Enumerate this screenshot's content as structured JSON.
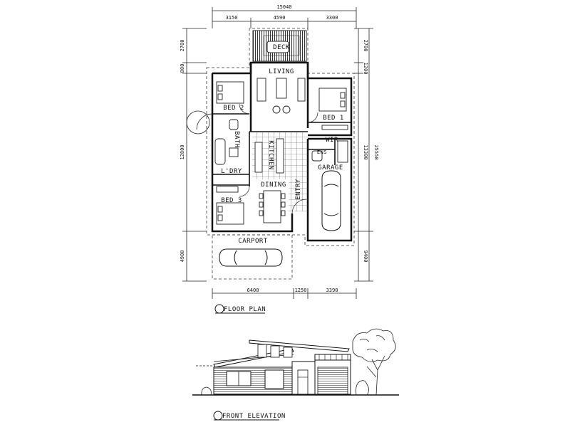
{
  "dimensions": {
    "top_total": "15040",
    "top_left": "3150",
    "top_mid": "4590",
    "top_right": "3300",
    "bottom_left": "6400",
    "bottom_mid": "1250",
    "bottom_right": "3390",
    "left_deck": "2700",
    "left_small": "800",
    "left_main": "12800",
    "left_carport": "4900",
    "right_deck": "2700",
    "right_small": "1200",
    "right_main": "13300",
    "right_total": "25550",
    "right_carport": "9400"
  },
  "rooms": {
    "deck": "DECK",
    "living": "LIVING",
    "bed1": "BED 1",
    "bed2": "BED 2",
    "bed3": "BED 3",
    "bath": "BATH",
    "wir": "WIR",
    "ens": "ENS",
    "garage": "GARAGE",
    "kitchen": "KITCHEN",
    "l_dry": "L'DRY",
    "dining": "DINING",
    "entry": "ENTRY",
    "carport": "CARPORT"
  },
  "titles": {
    "floor_plan": "FLOOR PLAN",
    "front_elevation": "FRONT ELEVATION"
  }
}
